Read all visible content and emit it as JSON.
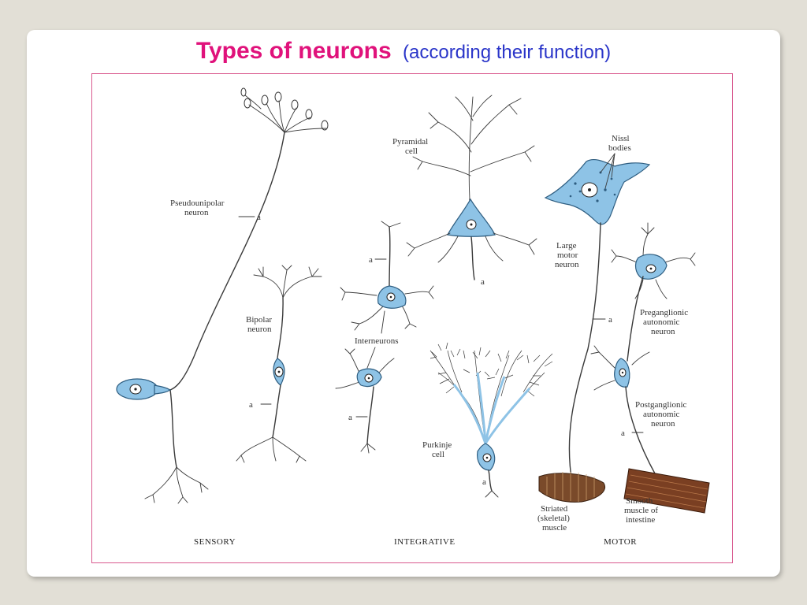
{
  "title": {
    "main": "Types of neurons",
    "sub": "(according their function)"
  },
  "labels": {
    "pseudounipolar_1": "Pseudounipolar",
    "pseudounipolar_2": "neuron",
    "bipolar_1": "Bipolar",
    "bipolar_2": "neuron",
    "pyramidal_1": "Pyramidal",
    "pyramidal_2": "cell",
    "interneurons": "Interneurons",
    "purkinje_1": "Purkinje",
    "purkinje_2": "cell",
    "nissl_1": "Nissl",
    "nissl_2": "bodies",
    "large_motor_1": "Large",
    "large_motor_2": "motor",
    "large_motor_3": "neuron",
    "preganglionic_1": "Preganglionic",
    "preganglionic_2": "autonomic",
    "preganglionic_3": "neuron",
    "postganglionic_1": "Postganglionic",
    "postganglionic_2": "autonomic",
    "postganglionic_3": "neuron",
    "striated_1": "Striated",
    "striated_2": "(skeletal)",
    "striated_3": "muscle",
    "smooth_1": "Smooth",
    "smooth_2": "muscle of",
    "smooth_3": "intestine",
    "axon": "a"
  },
  "captions": {
    "sensory": "SENSORY",
    "integrative": "INTEGRATIVE",
    "motor": "MOTOR"
  },
  "colors": {
    "title_main": "#e0127b",
    "title_sub": "#2a35c9",
    "frame_border": "#d95a8f",
    "soma_fill": "#8ec3e6",
    "muscle": "#7a4a2a"
  }
}
